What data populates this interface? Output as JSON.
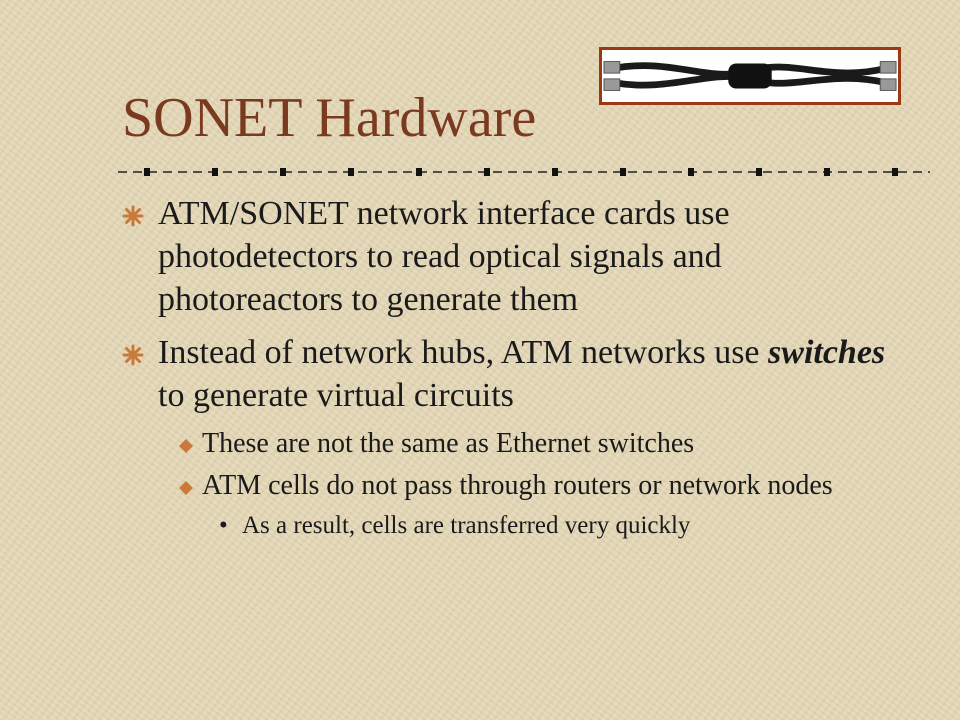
{
  "slide": {
    "title": "SONET Hardware",
    "bullet1": "ATM/SONET network interface cards use photodetectors to read optical signals and photoreactors to generate them",
    "bullet2": {
      "before": "Instead of network hubs, ATM networks use ",
      "emphasis": "switches",
      "after": " to generate virtual circuits"
    },
    "sub1": "These are not the same as Ethernet switches",
    "sub2": "ATM cells do not pass through routers or network nodes",
    "subsub1": "As a result, cells are transferred very quickly",
    "dot_glyph": "•"
  },
  "colors": {
    "title": "#7a3a20",
    "frame": "#9a3a14",
    "background": "#e4d8b8",
    "bullet_icon": "#c87a3a"
  },
  "icons": [
    "cable-connector-icon",
    "asterisk-bullet-icon",
    "diamond-bullet-icon"
  ]
}
